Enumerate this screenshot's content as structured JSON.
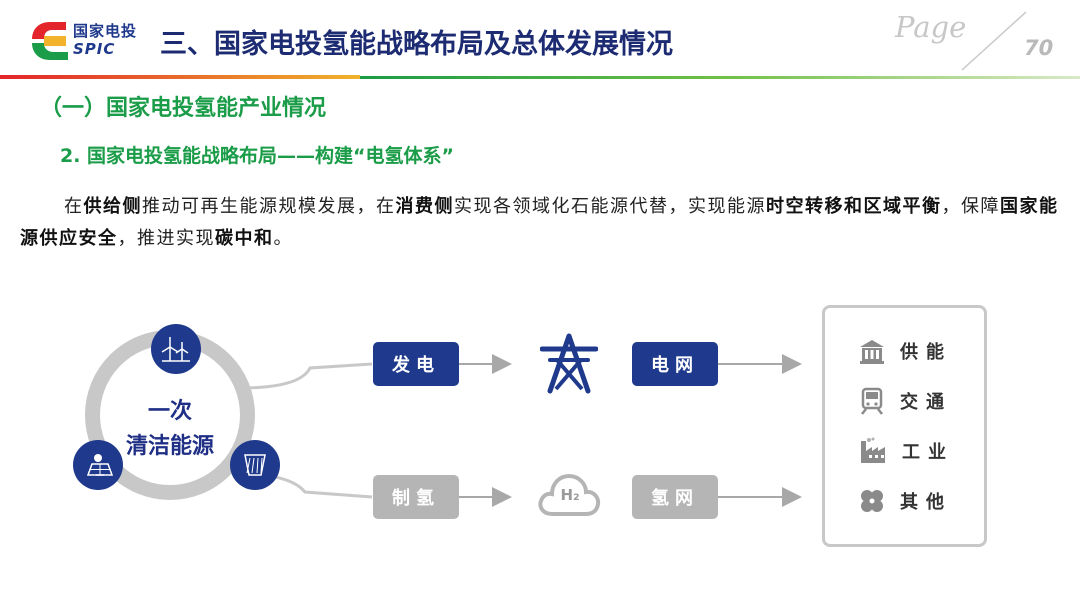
{
  "header": {
    "logo_cn": "国家电投",
    "logo_en": "SPIC",
    "title": "三、国家电投氢能战略布局及总体发展情况",
    "page_word": "Page",
    "page_number": "70"
  },
  "section_title": "（一）国家电投氢能产业情况",
  "subsection_title": "2. 国家电投氢能战略布局——构建“电氢体系”",
  "paragraph": {
    "s1": "在",
    "b1": "供给侧",
    "s2": "推动可再生能源规模发展，在",
    "b2": "消费侧",
    "s3": "实现各领域化石能源代替，实现能源",
    "b3": "时空转移和区域平衡",
    "s4": "，保障",
    "b4": "国家能源供应安全",
    "s5": "，推进实现",
    "b5": "碳中和",
    "s6": "。"
  },
  "diagram": {
    "source_line1": "一次",
    "source_line2": "清洁能源",
    "power_gen": "发电",
    "power_grid": "电网",
    "h2_make": "制氢",
    "h2_grid": "氢网",
    "h2_cloud": "H₂",
    "uses": [
      {
        "label": "供能",
        "icon": "building-icon"
      },
      {
        "label": "交通",
        "icon": "train-icon"
      },
      {
        "label": "工业",
        "icon": "factory-icon"
      },
      {
        "label": "其他",
        "icon": "clover-icon"
      }
    ]
  },
  "colors": {
    "navy": "#1f3a8c",
    "title_navy": "#1c2b72",
    "green": "#1a9c48",
    "red": "#e3242b",
    "gray": "#b5b5b5"
  }
}
